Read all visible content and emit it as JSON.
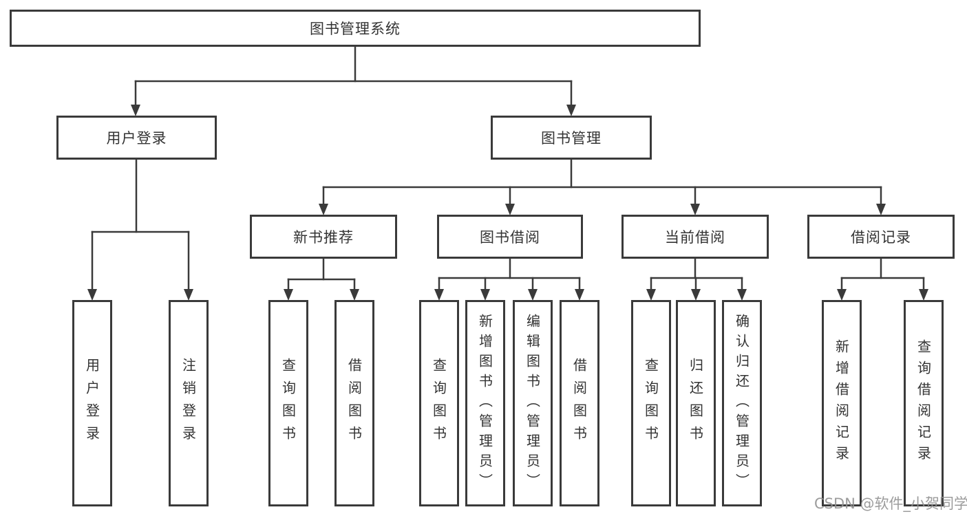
{
  "tree": {
    "root_label": "图书管理系统",
    "level2": [
      {
        "label": "用户登录",
        "leaves": [
          "用户登录",
          "注销登录"
        ]
      },
      {
        "label": "图书管理",
        "groups": [
          {
            "label": "新书推荐",
            "leaves": [
              "查询图书",
              "借阅图书"
            ]
          },
          {
            "label": "图书借阅",
            "leaves": [
              "查询图书",
              "新增图书（管理员）",
              "编辑图书（管理员）",
              "借阅图书"
            ]
          },
          {
            "label": "当前借阅",
            "leaves": [
              "查询图书",
              "归还图书",
              "确认归还（管理员）"
            ]
          },
          {
            "label": "借阅记录",
            "leaves": [
              "新增借阅记录",
              "查询借阅记录"
            ]
          }
        ]
      }
    ]
  },
  "watermark": {
    "text": "CSDN @软件_小贺同学",
    "color": "#919191"
  },
  "colors": {
    "line": "#3a3a3a",
    "box_border": "#3a3a3a",
    "text": "#333333",
    "background": "#ffffff"
  }
}
